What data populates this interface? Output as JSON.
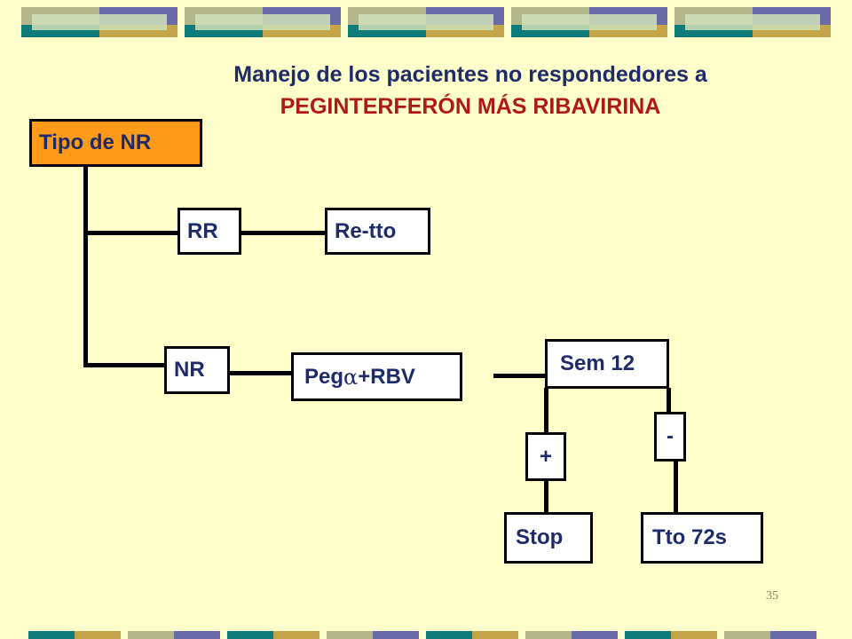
{
  "title": {
    "line1": "Manejo de los pacientes no respondedores a",
    "line2": "PEGINTERFERÓN MÁS RIBAVIRINA"
  },
  "nodes": {
    "tipo": "Tipo de NR",
    "rr": "RR",
    "retto": "Re-tto",
    "nr": "NR",
    "peg_prefix": "Peg",
    "peg_alpha": "α",
    "peg_suffix": "+RBV",
    "sem12": "Sem 12",
    "plus": "+",
    "minus": "-",
    "stop": "Stop",
    "tto72": "Tto 72s"
  },
  "page_number": "35",
  "colors": {
    "background": "#ffffcc",
    "title_line1": "#1f2a6b",
    "title_line2": "#b01818",
    "root_box": "#ff9a1a",
    "box_text": "#1f2a6b"
  }
}
